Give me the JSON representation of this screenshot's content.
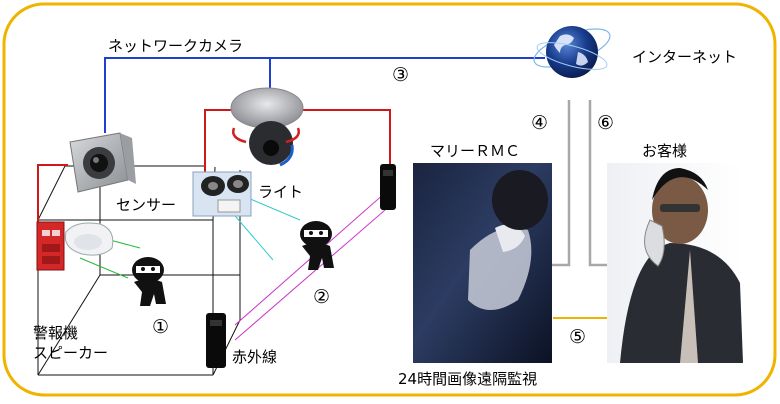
{
  "labels": {
    "network_camera": "ネットワークカメラ",
    "internet": "インターネット",
    "light": "ライト",
    "sensor": "センサー",
    "alarm_line1": "警報機",
    "alarm_line2": "スピーカー",
    "infrared": "赤外線",
    "rmc": "マリーＲＭＣ",
    "customer": "お客様",
    "monitoring": "24時間画像遠隔監視"
  },
  "steps": [
    "①",
    "②",
    "③",
    "④",
    "⑤",
    "⑥"
  ],
  "colors": {
    "frame": "#f0b400",
    "network": "#1f3fd0",
    "power": "#d01818",
    "phone_link": "#f0b400",
    "gray_link": "#a8a8a8",
    "beam": "#cc33cc",
    "sensor_ray": "#22bb33",
    "light_ray": "#33cccc"
  },
  "icons": [
    "globe-icon",
    "network-camera-icon",
    "dome-camera-icon",
    "floodlight-icon",
    "motion-sensor-icon",
    "alarm-box-icon",
    "infrared-beam-icon",
    "intruder-icon"
  ]
}
